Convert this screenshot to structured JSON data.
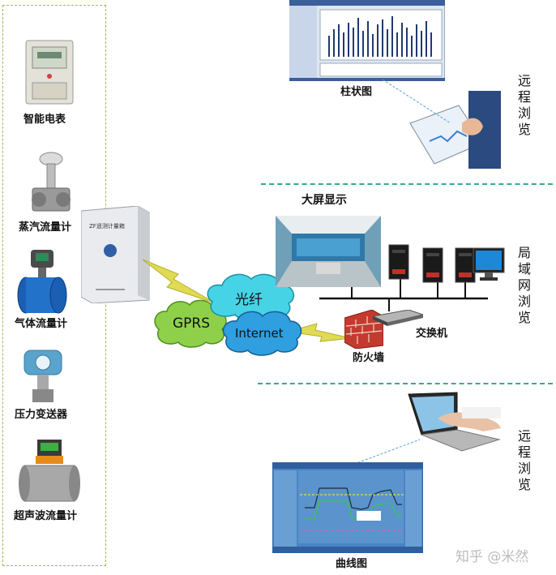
{
  "devices": {
    "smart_meter": "智能电表",
    "steam_flowmeter": "蒸汽流量计",
    "gas_flowmeter": "气体流量计",
    "pressure_transmitter": "压力变送器",
    "ultrasonic_flowmeter": "超声波流量计"
  },
  "cabinet": {
    "label": "ZF遥测计量箱"
  },
  "network": {
    "gprs": "GPRS",
    "fiber": "光纤",
    "internet": "Internet",
    "firewall": "防火墙",
    "switch": "交换机"
  },
  "top": {
    "screen_label": "柱状图",
    "remote_label": "远程浏览"
  },
  "middle": {
    "bigscreen_label": "大屏显示",
    "lan_label": "局域网浏览"
  },
  "bottom": {
    "screen_label": "曲线图",
    "remote_label": "远程浏览"
  },
  "watermark": "知乎 @米然",
  "colors": {
    "panel_border": "#a8b84a",
    "separator": "#3aa98f",
    "cloud_green": "#8fd04a",
    "cloud_cyan": "#46d3e6",
    "cloud_blue": "#2f9fe0",
    "lightning": "#c9c33a"
  }
}
